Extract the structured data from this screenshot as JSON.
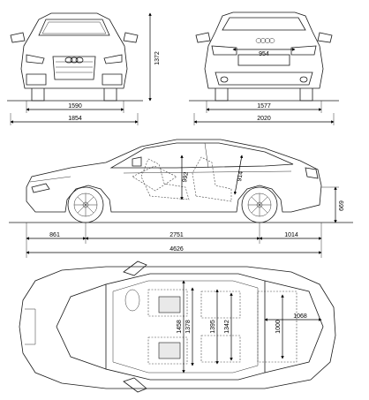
{
  "dimensions": {
    "front_height": "1372",
    "rear_width_upper": "954",
    "front_track": "1590",
    "front_width": "1854",
    "rear_track": "1577",
    "rear_width": "2020",
    "seat_height_front": "992",
    "seat_height_rear": "914",
    "ground_height": "669",
    "front_overhang": "861",
    "wheelbase": "2751",
    "rear_overhang": "1014",
    "length": "4626",
    "width_front_seat": "1458",
    "width_front_seat_b": "1378",
    "width_rear_seat": "1395",
    "width_rear_seat_b": "1342",
    "trunk_width": "1000",
    "trunk_length": "1068"
  },
  "colors": {
    "line": "#1a1a1a",
    "background": "#ffffff"
  }
}
